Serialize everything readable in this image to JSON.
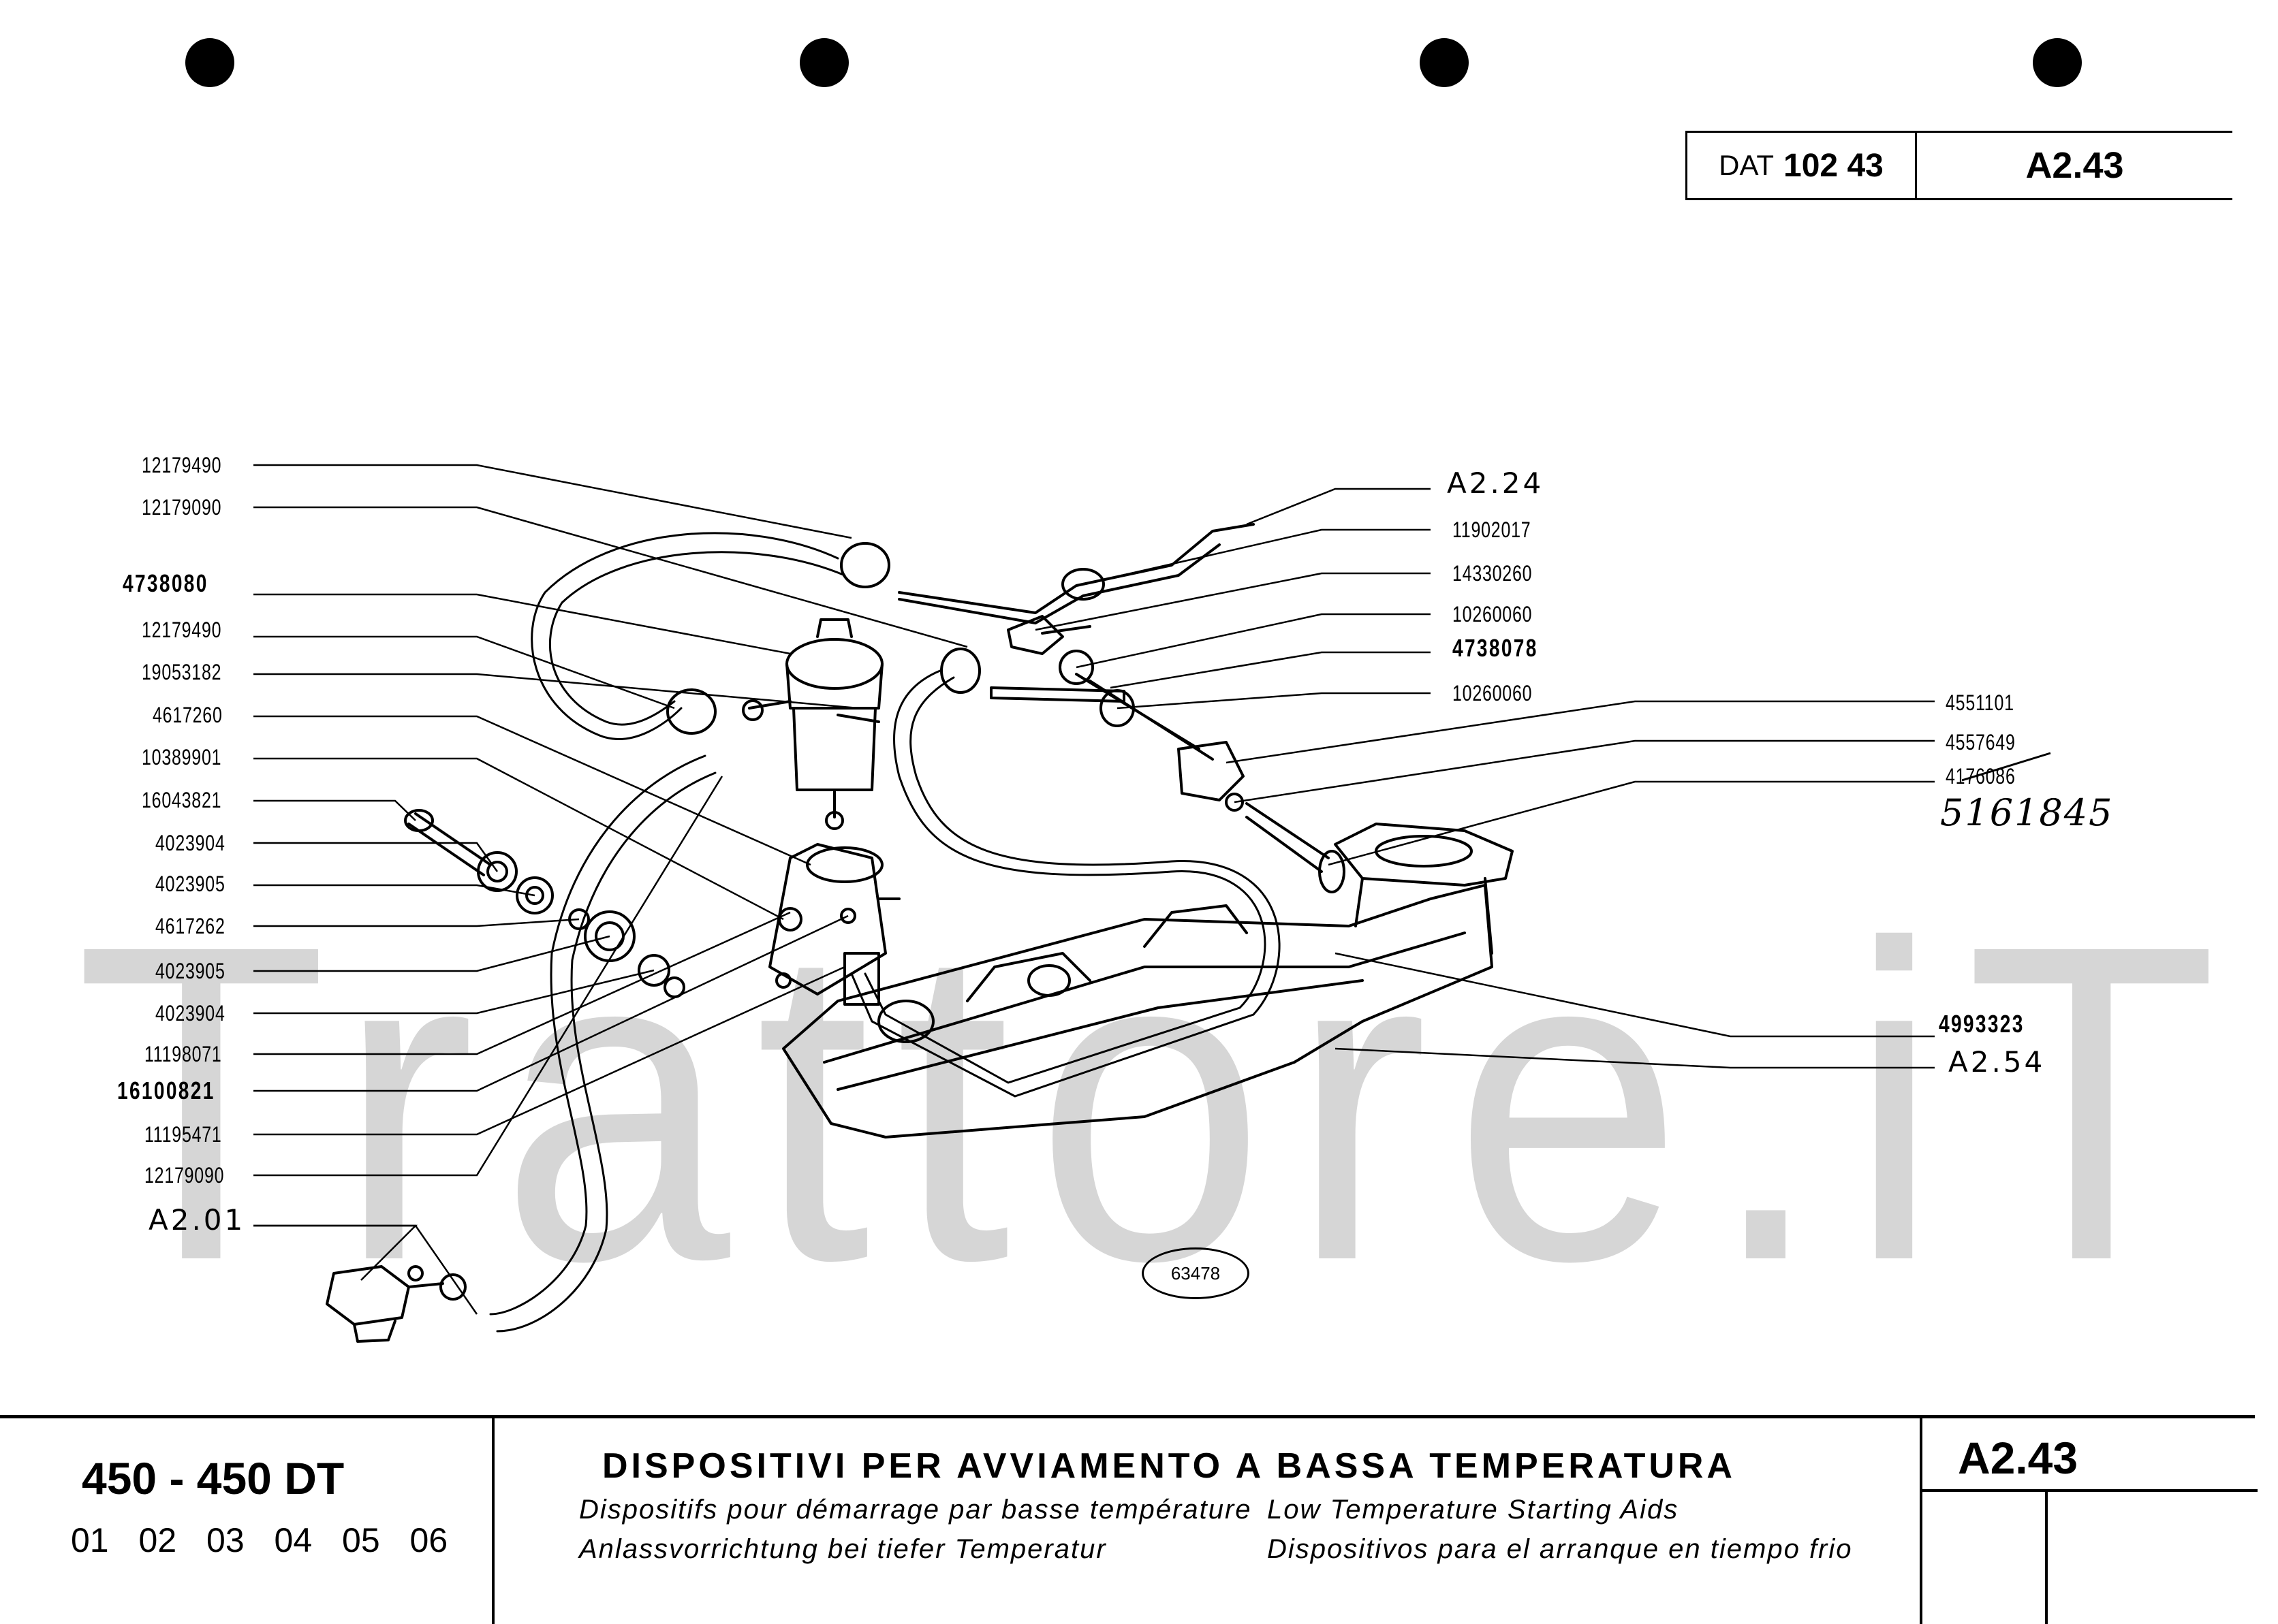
{
  "header": {
    "dat_label": "DAT",
    "dat_number": "102 43",
    "page_code": "A2.43"
  },
  "diagram": {
    "figure_number": "63478",
    "watermark": "Trattore.iT",
    "left_labels": [
      {
        "text": "12179490",
        "bold": false
      },
      {
        "text": "12179090",
        "bold": false
      },
      {
        "text": "4738080",
        "bold": true
      },
      {
        "text": "12179490",
        "bold": false
      },
      {
        "text": "19053182",
        "bold": false
      },
      {
        "text": "4617260",
        "bold": false
      },
      {
        "text": "10389901",
        "bold": false
      },
      {
        "text": "16043821",
        "bold": false
      },
      {
        "text": "4023904",
        "bold": false
      },
      {
        "text": "4023905",
        "bold": false
      },
      {
        "text": "4617262",
        "bold": false
      },
      {
        "text": "4023905",
        "bold": false
      },
      {
        "text": "4023904",
        "bold": false
      },
      {
        "text": "11198071",
        "bold": false
      },
      {
        "text": "16100821",
        "bold": true
      },
      {
        "text": "11195471",
        "bold": false
      },
      {
        "text": "12179090",
        "bold": false
      },
      {
        "text": "A2.01",
        "bold": false
      }
    ],
    "upper_right_labels": [
      {
        "text": "A2.24",
        "bold": false
      },
      {
        "text": "11902017",
        "bold": false
      },
      {
        "text": "14330260",
        "bold": false
      },
      {
        "text": "10260060",
        "bold": false
      },
      {
        "text": "4738078",
        "bold": true
      },
      {
        "text": "10260060",
        "bold": false
      }
    ],
    "right_labels": [
      {
        "text": "4551101",
        "bold": false
      },
      {
        "text": "4557649",
        "bold": false
      },
      {
        "text": "4176086",
        "bold": false
      },
      {
        "text": "4993323",
        "bold": true
      },
      {
        "text": "A2.54",
        "bold": false
      }
    ],
    "handwritten_note": "5161845"
  },
  "footer": {
    "model": "450 - 450 DT",
    "variants": "01 02 03 04 05 06",
    "title_it": "DISPOSITIVI PER AVVIAMENTO A BASSA TEMPERATURA",
    "title_fr": "Dispositifs pour démarrage par basse température",
    "title_de": "Anlassvorrichtung bei tiefer Temperatur",
    "title_en": "Low Temperature Starting Aids",
    "title_es": "Dispositivos para el arranque en tiempo frio",
    "page_code": "A2.43"
  }
}
